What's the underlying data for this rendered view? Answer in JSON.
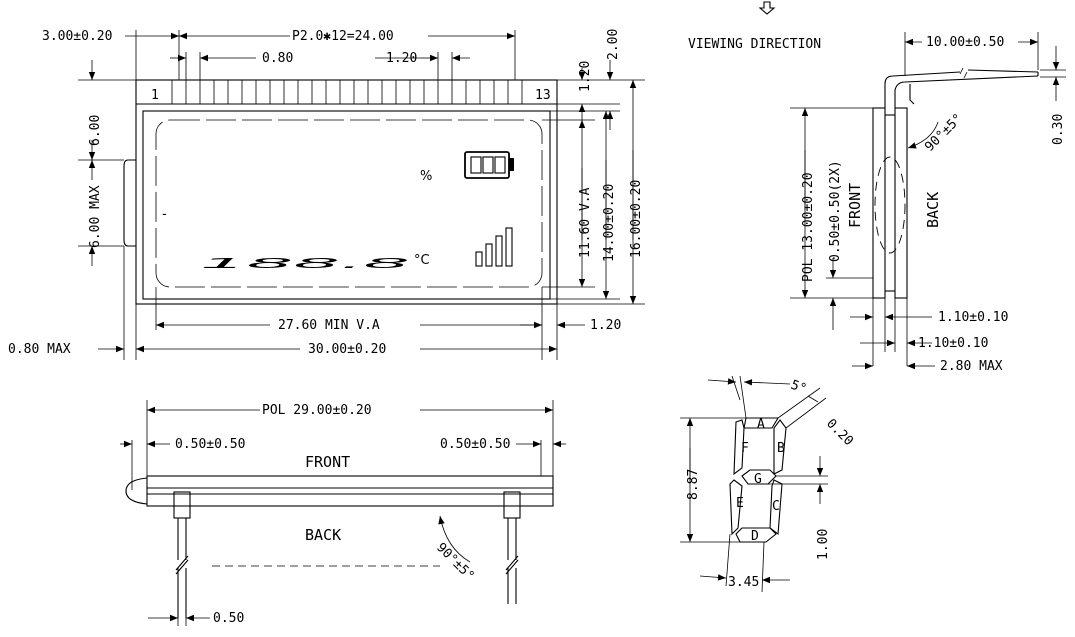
{
  "front_view": {
    "dims": {
      "left_offset": "3.00±0.20",
      "pitch": "P2.0✱12=24.00",
      "pin_width": "0.80",
      "pin_gap": "1.20",
      "top_a": "1.20",
      "top_b": "2.00",
      "left_upper": "6.00",
      "left_lower": "6.00 MAX",
      "va_height": "11.60 V.A",
      "inner_height": "14.00±0.20",
      "outer_height": "16.00±0.20",
      "va_width": "27.60 MIN V.A",
      "right_margin": "1.20",
      "thickness": "0.80 MAX",
      "total_width": "30.00±0.20"
    },
    "pin_first": "1",
    "pin_last": "13",
    "display": {
      "minus": "-",
      "digits": "188.8",
      "percent": "%",
      "celsius": "°C"
    }
  },
  "side_view": {
    "viewing_direction": "VIEWING DIRECTION",
    "lead_length": "10.00±0.50",
    "lead_thickness": "0.30",
    "bend_angle": "90°±5°",
    "pol_height": "POL 13.00±0.20",
    "pol_offset": "0.50±0.50(2X)",
    "front_label": "FRONT",
    "back_label": "BACK",
    "glass_a": "1.10±0.10",
    "glass_b": "1.10±0.10",
    "max_thickness": "2.80 MAX"
  },
  "bottom_view": {
    "pol_width": "POL 29.00±0.20",
    "left_offset": "0.50±0.50",
    "right_offset": "0.50±0.50",
    "front_label": "FRONT",
    "back_label": "BACK",
    "bend_angle": "90°±5°",
    "pin_width": "0.50"
  },
  "segment_detail": {
    "slant": "5°",
    "stroke": "0.20",
    "height": "8.87",
    "gap": "1.00",
    "width": "3.45",
    "segments": [
      "A",
      "B",
      "C",
      "D",
      "E",
      "F",
      "G"
    ]
  }
}
